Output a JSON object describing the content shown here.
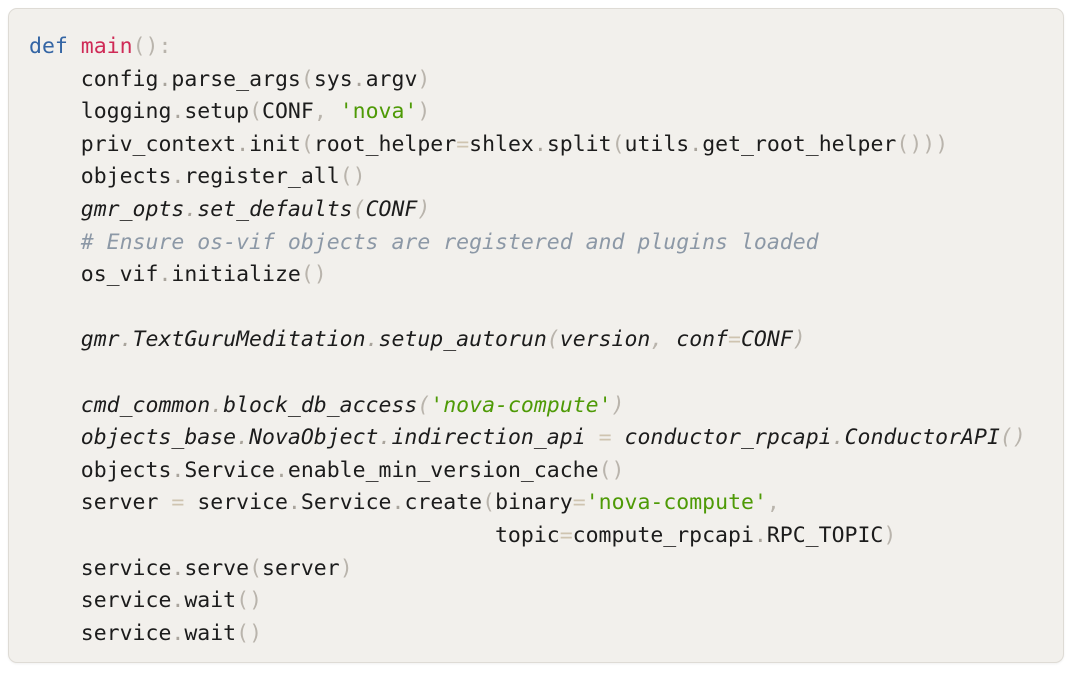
{
  "card": {
    "name": "python-code-snippet",
    "language": "python",
    "background_color": "#f2f0ec",
    "border_color": "#dedbd5",
    "border_radius": "9px"
  },
  "theme": {
    "keyword_color": "#3465a4",
    "function_name_color": "#cf2a56",
    "string_color": "#4e9a06",
    "comment_color": "#8c98a6",
    "punctuation_color": "#b9b4ac",
    "operator_color": "#cfc4b0",
    "text_color": "#1c1c1c",
    "font_size": "21.5px",
    "line_height": "32.6px"
  },
  "code": {
    "plain_text": "def main():\n    config.parse_args(sys.argv)\n    logging.setup(CONF, 'nova')\n    priv_context.init(root_helper=shlex.split(utils.get_root_helper()))\n    objects.register_all()\n    gmr_opts.set_defaults(CONF)\n    # Ensure os-vif objects are registered and plugins loaded\n    os_vif.initialize()\n\n    gmr.TextGuruMeditation.setup_autorun(version, conf=CONF)\n\n    cmd_common.block_db_access('nova-compute')\n    objects_base.NovaObject.indirection_api = conductor_rpcapi.ConductorAPI()\n    objects.Service.enable_min_version_cache()\n    server = service.Service.create(binary='nova-compute',\n                                    topic=compute_rpcapi.RPC_TOPIC)\n    service.serve(server)\n    service.wait()\n    service.wait()",
    "lines": [
      {
        "n": 1,
        "text": "def main():",
        "tokens": [
          {
            "t": "def",
            "c": "kw"
          },
          {
            "t": " ",
            "c": "plain"
          },
          {
            "t": "main",
            "c": "fnname"
          },
          {
            "t": "()",
            "c": "punc"
          },
          {
            "t": ":",
            "c": "punc"
          }
        ]
      },
      {
        "n": 2,
        "text": "    config.parse_args(sys.argv)",
        "tokens": [
          {
            "t": "    config",
            "c": "plain"
          },
          {
            "t": ".",
            "c": "dot"
          },
          {
            "t": "parse_args",
            "c": "plain"
          },
          {
            "t": "(",
            "c": "punc"
          },
          {
            "t": "sys",
            "c": "plain"
          },
          {
            "t": ".",
            "c": "dot"
          },
          {
            "t": "argv",
            "c": "plain"
          },
          {
            "t": ")",
            "c": "punc"
          }
        ]
      },
      {
        "n": 3,
        "text": "    logging.setup(CONF, 'nova')",
        "tokens": [
          {
            "t": "    logging",
            "c": "plain"
          },
          {
            "t": ".",
            "c": "dot"
          },
          {
            "t": "setup",
            "c": "plain"
          },
          {
            "t": "(",
            "c": "punc"
          },
          {
            "t": "CONF",
            "c": "plain"
          },
          {
            "t": ", ",
            "c": "punc"
          },
          {
            "t": "'nova'",
            "c": "str"
          },
          {
            "t": ")",
            "c": "punc"
          }
        ]
      },
      {
        "n": 4,
        "text": "    priv_context.init(root_helper=shlex.split(utils.get_root_helper()))",
        "tokens": [
          {
            "t": "    priv_context",
            "c": "plain"
          },
          {
            "t": ".",
            "c": "dot"
          },
          {
            "t": "init",
            "c": "plain"
          },
          {
            "t": "(",
            "c": "punc"
          },
          {
            "t": "root_helper",
            "c": "plain"
          },
          {
            "t": "=",
            "c": "op"
          },
          {
            "t": "shlex",
            "c": "plain"
          },
          {
            "t": ".",
            "c": "dot"
          },
          {
            "t": "split",
            "c": "plain"
          },
          {
            "t": "(",
            "c": "punc"
          },
          {
            "t": "utils",
            "c": "plain"
          },
          {
            "t": ".",
            "c": "dot"
          },
          {
            "t": "get_root_helper",
            "c": "plain"
          },
          {
            "t": "()))",
            "c": "punc"
          }
        ]
      },
      {
        "n": 5,
        "text": "    objects.register_all()",
        "tokens": [
          {
            "t": "    objects",
            "c": "plain"
          },
          {
            "t": ".",
            "c": "dot"
          },
          {
            "t": "register_all",
            "c": "plain"
          },
          {
            "t": "()",
            "c": "punc"
          }
        ]
      },
      {
        "n": 6,
        "text": "    gmr_opts.set_defaults(CONF)",
        "condensed": true,
        "tokens": [
          {
            "t": "    gmr_opts",
            "c": "plain"
          },
          {
            "t": ".",
            "c": "dot"
          },
          {
            "t": "set_defaults",
            "c": "plain"
          },
          {
            "t": "(",
            "c": "punc"
          },
          {
            "t": "CONF",
            "c": "plain"
          },
          {
            "t": ")",
            "c": "punc"
          }
        ]
      },
      {
        "n": 7,
        "text": "    # Ensure os-vif objects are registered and plugins loaded",
        "tokens": [
          {
            "t": "    ",
            "c": "plain"
          },
          {
            "t": "# Ensure os-vif objects are registered and plugins loaded",
            "c": "comment"
          }
        ]
      },
      {
        "n": 8,
        "text": "    os_vif.initialize()",
        "tokens": [
          {
            "t": "    os_vif",
            "c": "plain"
          },
          {
            "t": ".",
            "c": "dot"
          },
          {
            "t": "initialize",
            "c": "plain"
          },
          {
            "t": "()",
            "c": "punc"
          }
        ]
      },
      {
        "n": 9,
        "text": "",
        "tokens": []
      },
      {
        "n": 10,
        "text": "    gmr.TextGuruMeditation.setup_autorun(version, conf=CONF)",
        "condensed": true,
        "tokens": [
          {
            "t": "    gmr",
            "c": "plain"
          },
          {
            "t": ".",
            "c": "dot"
          },
          {
            "t": "TextGuruMeditation",
            "c": "plain"
          },
          {
            "t": ".",
            "c": "dot"
          },
          {
            "t": "setup_autorun",
            "c": "plain"
          },
          {
            "t": "(",
            "c": "punc"
          },
          {
            "t": "version",
            "c": "plain"
          },
          {
            "t": ", ",
            "c": "punc"
          },
          {
            "t": "conf",
            "c": "plain"
          },
          {
            "t": "=",
            "c": "op"
          },
          {
            "t": "CONF",
            "c": "plain"
          },
          {
            "t": ")",
            "c": "punc"
          }
        ]
      },
      {
        "n": 11,
        "text": "",
        "tokens": []
      },
      {
        "n": 12,
        "text": "    cmd_common.block_db_access('nova-compute')",
        "condensed": true,
        "tokens": [
          {
            "t": "    cmd_common",
            "c": "plain"
          },
          {
            "t": ".",
            "c": "dot"
          },
          {
            "t": "block_db_access",
            "c": "plain"
          },
          {
            "t": "(",
            "c": "punc"
          },
          {
            "t": "'nova-compute'",
            "c": "str"
          },
          {
            "t": ")",
            "c": "punc"
          }
        ]
      },
      {
        "n": 13,
        "text": "    objects_base.NovaObject.indirection_api = conductor_rpcapi.ConductorAPI()",
        "condensed": true,
        "tokens": [
          {
            "t": "    objects_base",
            "c": "plain"
          },
          {
            "t": ".",
            "c": "dot"
          },
          {
            "t": "NovaObject",
            "c": "plain"
          },
          {
            "t": ".",
            "c": "dot"
          },
          {
            "t": "indirection_api",
            "c": "plain"
          },
          {
            "t": " ",
            "c": "plain"
          },
          {
            "t": "=",
            "c": "op"
          },
          {
            "t": " ",
            "c": "plain"
          },
          {
            "t": "conductor_rpcapi",
            "c": "plain"
          },
          {
            "t": ".",
            "c": "dot"
          },
          {
            "t": "ConductorAPI",
            "c": "plain"
          },
          {
            "t": "()",
            "c": "punc"
          }
        ]
      },
      {
        "n": 14,
        "text": "    objects.Service.enable_min_version_cache()",
        "tokens": [
          {
            "t": "    objects",
            "c": "plain"
          },
          {
            "t": ".",
            "c": "dot"
          },
          {
            "t": "Service",
            "c": "plain"
          },
          {
            "t": ".",
            "c": "dot"
          },
          {
            "t": "enable_min_version_cache",
            "c": "plain"
          },
          {
            "t": "()",
            "c": "punc"
          }
        ]
      },
      {
        "n": 15,
        "text": "    server = service.Service.create(binary='nova-compute',",
        "tokens": [
          {
            "t": "    server",
            "c": "plain"
          },
          {
            "t": " ",
            "c": "plain"
          },
          {
            "t": "=",
            "c": "op"
          },
          {
            "t": " ",
            "c": "plain"
          },
          {
            "t": "service",
            "c": "plain"
          },
          {
            "t": ".",
            "c": "dot"
          },
          {
            "t": "Service",
            "c": "plain"
          },
          {
            "t": ".",
            "c": "dot"
          },
          {
            "t": "create",
            "c": "plain"
          },
          {
            "t": "(",
            "c": "punc"
          },
          {
            "t": "binary",
            "c": "plain"
          },
          {
            "t": "=",
            "c": "op"
          },
          {
            "t": "'nova-compute'",
            "c": "str"
          },
          {
            "t": ",",
            "c": "punc"
          }
        ]
      },
      {
        "n": 16,
        "text": "                                    topic=compute_rpcapi.RPC_TOPIC)",
        "tokens": [
          {
            "t": "                                    topic",
            "c": "plain"
          },
          {
            "t": "=",
            "c": "op"
          },
          {
            "t": "compute_rpcapi",
            "c": "plain"
          },
          {
            "t": ".",
            "c": "dot"
          },
          {
            "t": "RPC_TOPIC",
            "c": "plain"
          },
          {
            "t": ")",
            "c": "punc"
          }
        ]
      },
      {
        "n": 17,
        "text": "    service.serve(server)",
        "tokens": [
          {
            "t": "    service",
            "c": "plain"
          },
          {
            "t": ".",
            "c": "dot"
          },
          {
            "t": "serve",
            "c": "plain"
          },
          {
            "t": "(",
            "c": "punc"
          },
          {
            "t": "server",
            "c": "plain"
          },
          {
            "t": ")",
            "c": "punc"
          }
        ]
      },
      {
        "n": 18,
        "text": "    service.wait()",
        "tokens": [
          {
            "t": "    service",
            "c": "plain"
          },
          {
            "t": ".",
            "c": "dot"
          },
          {
            "t": "wait",
            "c": "plain"
          },
          {
            "t": "()",
            "c": "punc"
          }
        ]
      },
      {
        "n": 19,
        "text": "    service.wait()",
        "tokens": [
          {
            "t": "    service",
            "c": "plain"
          },
          {
            "t": ".",
            "c": "dot"
          },
          {
            "t": "wait",
            "c": "plain"
          },
          {
            "t": "()",
            "c": "punc"
          }
        ]
      }
    ]
  }
}
